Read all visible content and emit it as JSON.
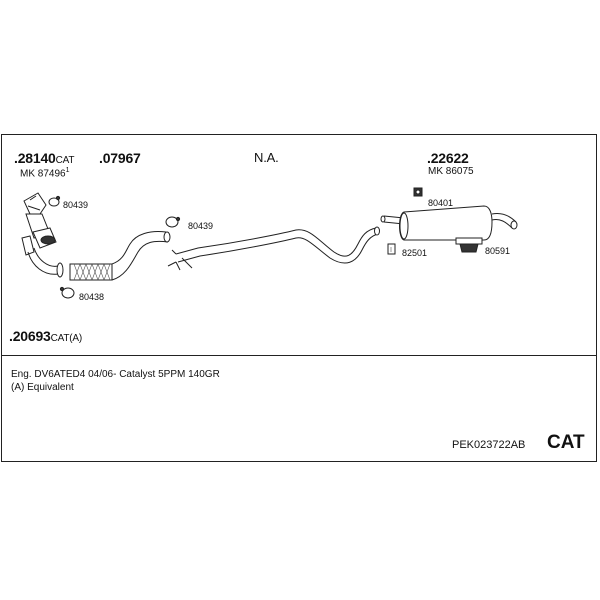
{
  "header": {
    "part1_number": ".28140",
    "part1_suffix": "CAT",
    "part1_mk": "MK 87496",
    "part1_mark": "1",
    "part2_number": ".07967",
    "part3_number": "N.A.",
    "part4_number": ".22622",
    "part4_mk": "MK 86075"
  },
  "accessories": {
    "a80439_top": "80439",
    "a80439_mid": "80439",
    "a80438": "80438",
    "a80401": "80401",
    "a82501": "82501",
    "a80591": "80591"
  },
  "part5": {
    "number": ".20693",
    "suffix": "CAT(A)"
  },
  "notes": {
    "engine_line": "Eng. DV6ATED4   04/06-    Catalyst 5PPM 140GR",
    "equivalent": "(A) Equivalent"
  },
  "footer": {
    "kit_code": "PEK023722AB",
    "category": "CAT"
  }
}
